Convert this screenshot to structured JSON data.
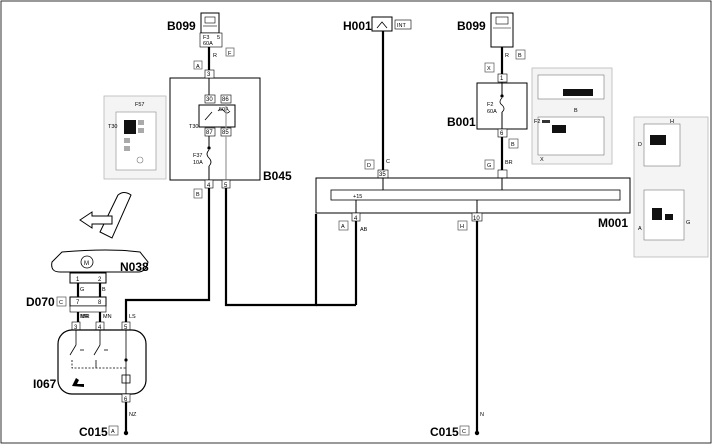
{
  "components": {
    "b099_left": {
      "code": "B099",
      "fuse_id": "F3",
      "fuse_rating": "60A",
      "fuse_pin": "5",
      "connector": "F",
      "wire_letter": "A",
      "wire_color": "R"
    },
    "h001": {
      "code": "H001",
      "tag": "INT",
      "connector": "D",
      "wire_color": "C",
      "pin": "35"
    },
    "b099_right": {
      "code": "B099",
      "connector_r": "B",
      "connector_l": "X",
      "wire_color": "R"
    },
    "b045": {
      "code": "B045",
      "pin_top": "3",
      "pin_30": "30",
      "pin_86": "86",
      "pin_87": "87",
      "pin_85": "85",
      "relay_rating": "50A",
      "relay_id": "T30",
      "fuse_id": "F37",
      "fuse_rating": "10A",
      "connector_bottom": "B",
      "pin_4": "4",
      "pin_5": "5"
    },
    "b001": {
      "code": "B001",
      "pin_1": "1",
      "pin_6": "6",
      "fuse_id": "F2",
      "fuse_rating": "60A",
      "connector": "G",
      "connector_r": "B",
      "wire_color": "BR"
    },
    "m001": {
      "code": "M001",
      "bus_label": "+15",
      "connector_a": "A",
      "connector_h": "H",
      "pin_4": "4",
      "pin_10": "10",
      "wire_ab": "AB"
    },
    "n038": {
      "code": "N038",
      "motor_symbol": "M",
      "pin_1": "1",
      "pin_2": "2",
      "wire_g": "G",
      "wire_b": "B"
    },
    "d070": {
      "code": "D070",
      "connector": "C",
      "pin_7": "7",
      "pin_8": "8",
      "wire_g": "G",
      "wire_b": "B"
    },
    "i067": {
      "code": "I067",
      "pin_3": "3",
      "pin_4": "4",
      "pin_5": "5",
      "pin_6": "6",
      "wire_mr": "MR",
      "wire_mn": "MN",
      "wire_ls": "LS",
      "wire_nz": "NZ"
    },
    "c015_left": {
      "code": "C015",
      "connector": "A"
    },
    "c015_right": {
      "code": "C015",
      "connector": "C",
      "wire_n": "N"
    }
  },
  "insets": {
    "fusebox_f57": {
      "label_top": "F57",
      "label_left": "T30"
    },
    "b001_photo": {
      "label_f2": "F2",
      "label_b": "B",
      "label_x": "X"
    },
    "m001_photo": {
      "label_h": "H",
      "label_d": "D",
      "label_a": "A",
      "label_g": "G"
    }
  },
  "colors": {
    "wire": "#000000",
    "internal": "#9a9a9a",
    "background": "#ffffff"
  }
}
